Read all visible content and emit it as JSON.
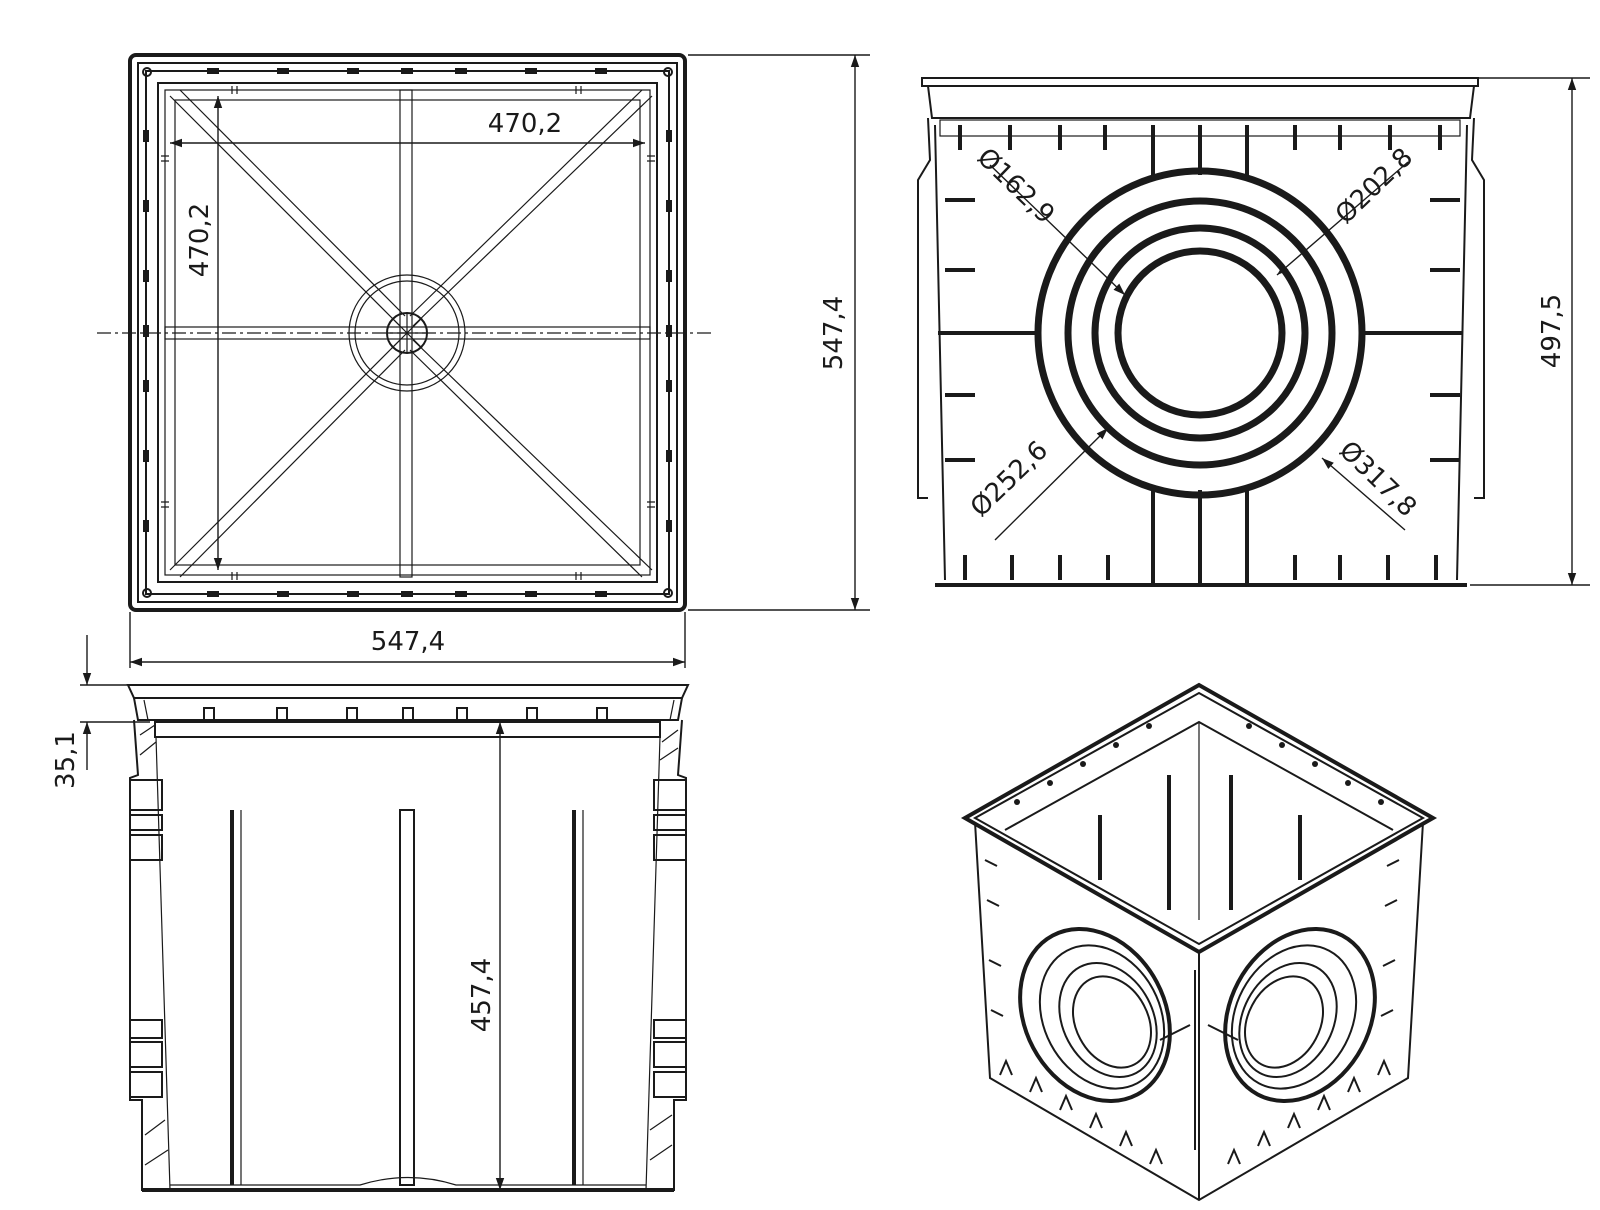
{
  "dimensions": {
    "top_overall_width": "547,4",
    "top_overall_height": "547,4",
    "top_inner_width": "470,2",
    "top_inner_height": "470,2",
    "side_height": "497,5",
    "dia_1": "Ø162,9",
    "dia_2": "Ø202,8",
    "dia_3": "Ø252,6",
    "dia_4": "Ø317,8",
    "front_rim_height": "35,1",
    "front_inner_depth": "457,4"
  }
}
